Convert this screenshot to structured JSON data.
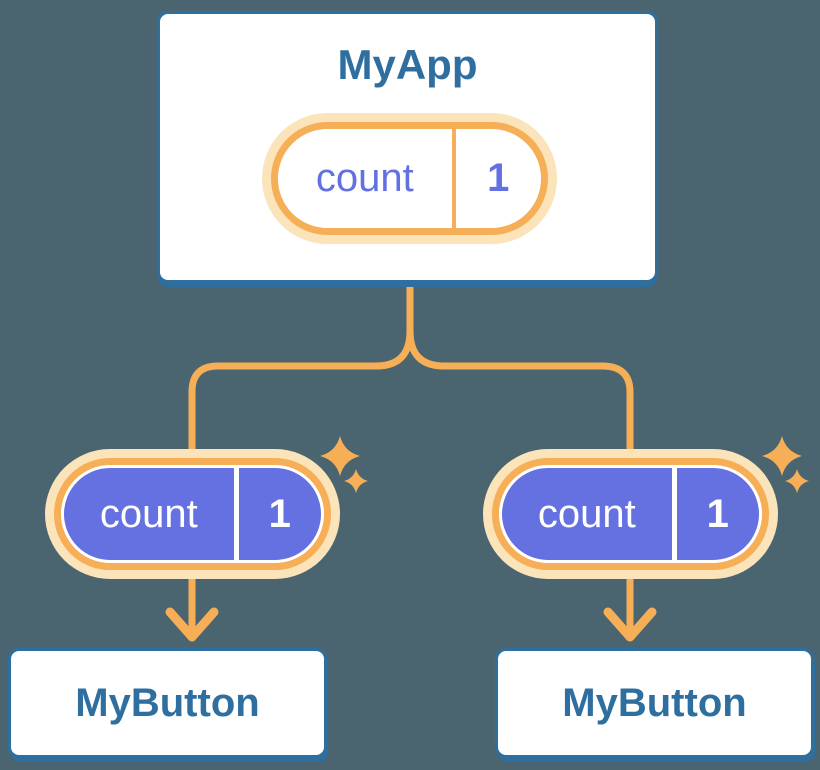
{
  "diagram": {
    "root": {
      "title": "MyApp",
      "state": {
        "label": "count",
        "value": "1"
      }
    },
    "children": [
      {
        "title": "MyButton",
        "state": {
          "label": "count",
          "value": "1"
        }
      },
      {
        "title": "MyButton",
        "state": {
          "label": "count",
          "value": "1"
        }
      }
    ]
  },
  "colors": {
    "background": "#4A6570",
    "card_background": "#FFFFFF",
    "card_border_blue": "#2E6F9F",
    "title_text_blue": "#2E6F9F",
    "connector_orange": "#F6AF56",
    "pill_halo_orange": "#FBE3BA",
    "state_fill_purple": "#6571E0",
    "state_text_purple": "#6370E0",
    "state_text_white": "#FFFFFF"
  },
  "icons": {
    "sparkle": "sparkle-icon",
    "arrow": "arrow-down-icon"
  }
}
